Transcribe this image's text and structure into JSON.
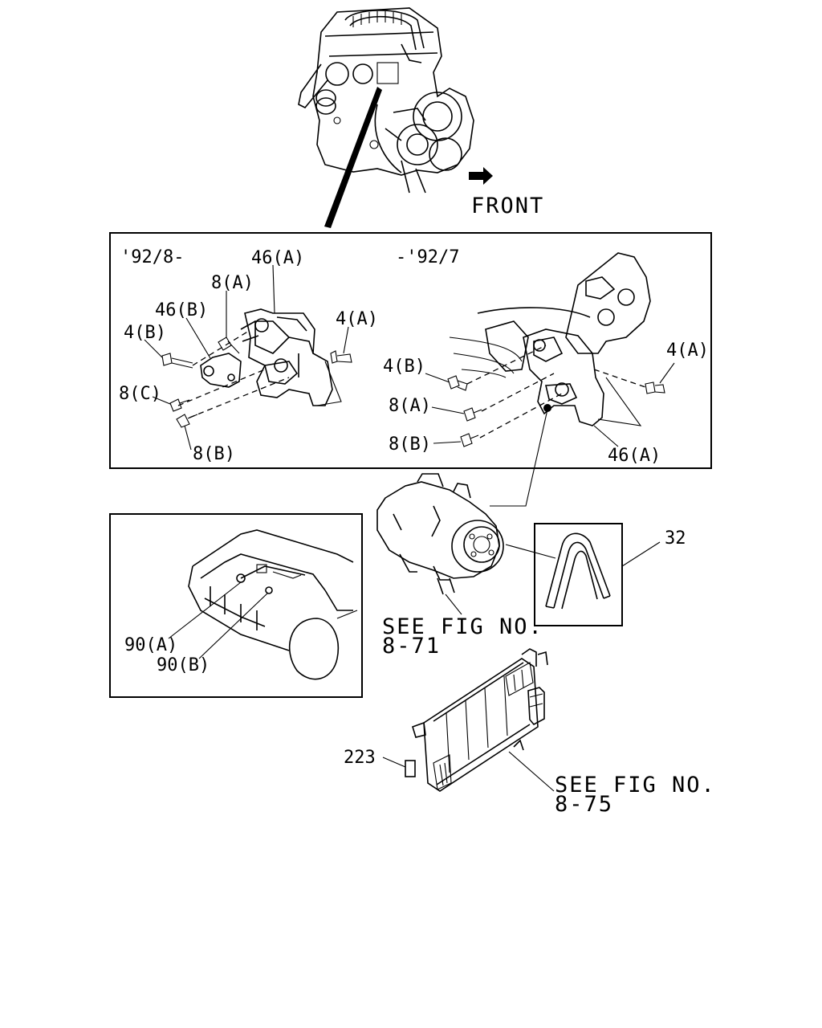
{
  "front_label": "FRONT",
  "period_new": "'92/8-",
  "period_old": "-'92/7",
  "callouts": {
    "left_46a": "46(A)",
    "left_8a": "8(A)",
    "left_46b": "46(B)",
    "left_4b": "4(B)",
    "left_4a": "4(A)",
    "left_8c": "8(C)",
    "left_8b": "8(B)",
    "right_4b": "4(B)",
    "right_4a": "4(A)",
    "right_8a": "8(A)",
    "right_8b": "8(B)",
    "right_46a": "46(A)",
    "belt_32": "32",
    "inset_90a": "90(A)",
    "inset_90b": "90(B)",
    "part_223": "223"
  },
  "references": {
    "compressor_line1": "SEE FIG NO.",
    "compressor_line2": "8-71",
    "condenser_line1": "SEE FIG NO.",
    "condenser_line2": "8-75"
  }
}
